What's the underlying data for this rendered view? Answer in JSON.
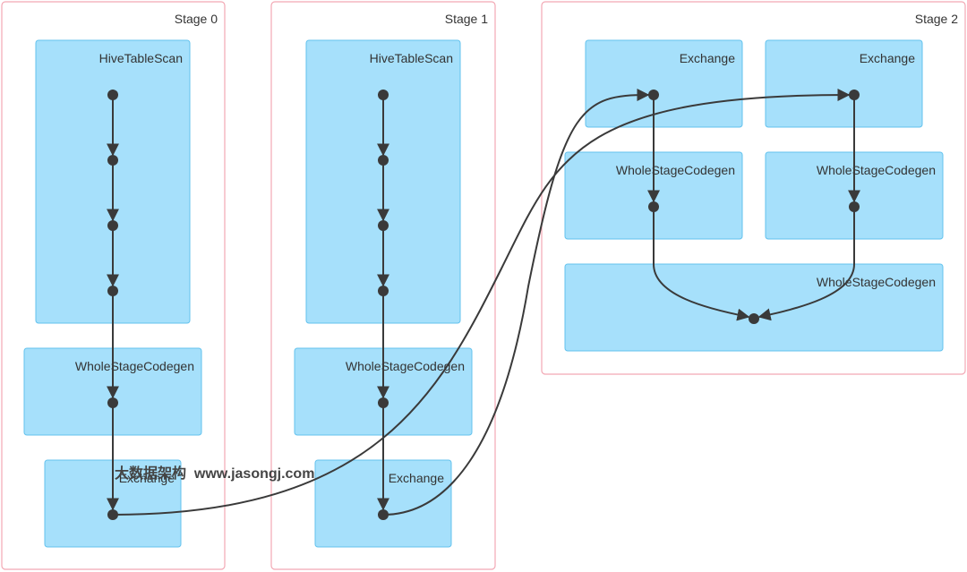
{
  "stages": [
    {
      "label": "Stage 0"
    },
    {
      "label": "Stage 1"
    },
    {
      "label": "Stage 2"
    }
  ],
  "operators": {
    "s0_scan": "HiveTableScan",
    "s0_codegen": "WholeStageCodegen",
    "s0_exchange": "Exchange",
    "s1_scan": "HiveTableScan",
    "s1_codegen": "WholeStageCodegen",
    "s1_exchange": "Exchange",
    "s2_exchange_left": "Exchange",
    "s2_exchange_right": "Exchange",
    "s2_codegen_left": "WholeStageCodegen",
    "s2_codegen_right": "WholeStageCodegen",
    "s2_codegen_join": "WholeStageCodegen"
  },
  "watermark": "大数据架构  www.jasongj.com",
  "colors": {
    "stage_border": "#f2a8b4",
    "operator_fill": "#a6e0fb",
    "operator_border": "#63c2ee",
    "edge": "#3a3a3a"
  }
}
